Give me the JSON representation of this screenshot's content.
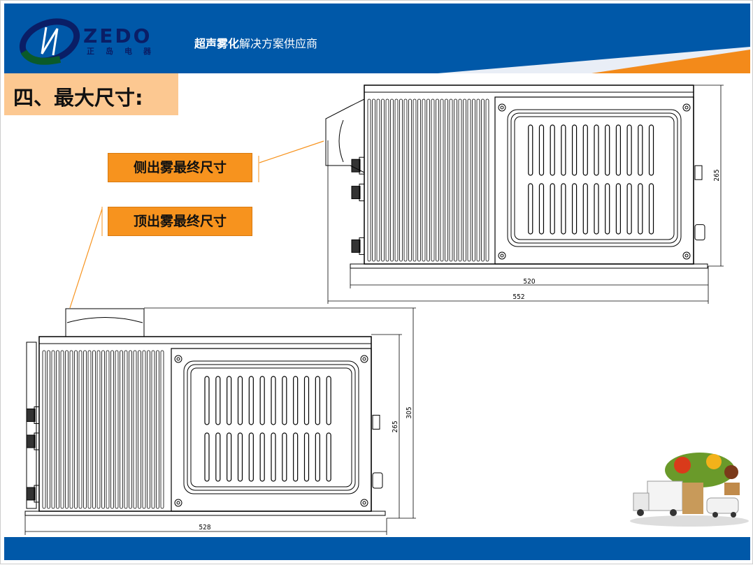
{
  "header": {
    "logo_text": "ZEDO",
    "logo_subtext": "正岛电器",
    "slogan_bold": "超声雾化",
    "slogan_rest": "解决方案供应商",
    "brand_color": "#0058a8",
    "accent_color": "#f7931e"
  },
  "section_title": "四、最大尺寸:",
  "labels": {
    "side_mist": "侧出雾最终尺寸",
    "top_mist": "顶出雾最终尺寸"
  },
  "side_drawing": {
    "dims": {
      "width_body": "520",
      "width_total": "552",
      "height": "265"
    }
  },
  "top_drawing": {
    "dims": {
      "width": "528",
      "height_body": "265",
      "height_total": "305"
    }
  },
  "decor": {
    "image": "delivery-truck-with-groceries"
  }
}
